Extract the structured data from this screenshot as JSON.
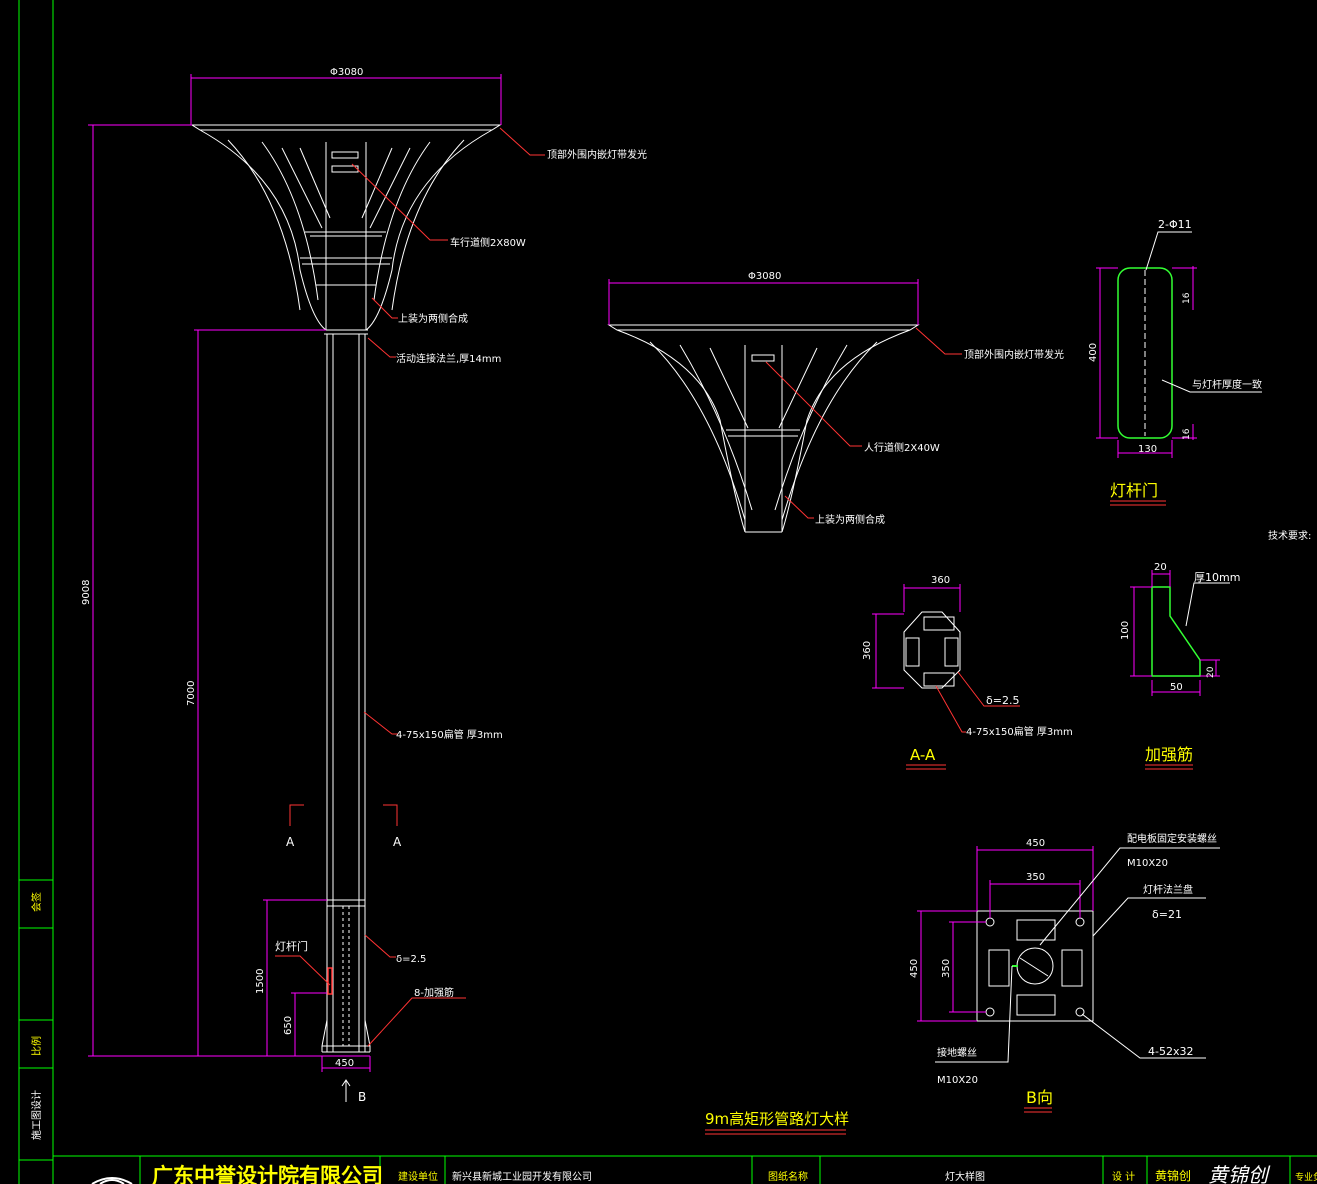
{
  "colors": {
    "bg": "#000000",
    "dim": "#ff00ff",
    "line": "#ffffff",
    "leader": "#ff3333",
    "text": "#ffffff",
    "title": "#ffff00",
    "frame": "#00ff00",
    "door": "#33ff33"
  },
  "elevation": {
    "top_dia": "Φ3080",
    "note_top": "顶部外围内嵌灯带发光",
    "note_car": "车行道侧2X80W",
    "note_upper": "上装为两侧合成",
    "note_flange": "活动连接法兰,厚14mm",
    "note_tube": "4-75x150扁管 厚3mm",
    "dim_total": "9008",
    "dim_7000": "7000",
    "dim_1500": "1500",
    "dim_650": "650",
    "dim_base": "450",
    "section_a_left": "A",
    "section_a_right": "A",
    "door_label": "灯杆门",
    "note_delta": "δ=2.5",
    "note_rib": "8-加强筋",
    "view_b": "B"
  },
  "side_head": {
    "top_dia": "Φ3080",
    "note_top": "顶部外围内嵌灯带发光",
    "note_ped": "人行道侧2X40W",
    "note_upper": "上装为两侧合成"
  },
  "door": {
    "note_holes": "2-Φ11",
    "dim_height": "400",
    "dim_width": "130",
    "dim_16a": "16",
    "dim_16b": "16",
    "note_match": "与灯杆厚度一致",
    "title": "灯杆门"
  },
  "tech_req": "技术要求:",
  "section_aa": {
    "dim_w": "360",
    "dim_h": "360",
    "note_delta": "δ=2.5",
    "note_tube": "4-75x150扁管 厚3mm",
    "title": "A-A"
  },
  "rib": {
    "dim_top": "20",
    "note_thk": "厚10mm",
    "dim_h": "100",
    "dim_bottom": "50",
    "dim_20": "20",
    "title": "加强筋"
  },
  "view_b": {
    "dim_450w": "450",
    "dim_350w": "350",
    "dim_450h": "450",
    "dim_350h": "350",
    "note_screw": "配电板固定安装螺丝",
    "note_screw_size": "M10X20",
    "note_flange": "灯杆法兰盘",
    "note_delta": "δ=21",
    "note_ground": "接地螺丝",
    "note_ground_size": "M10X20",
    "note_holes": "4-52x32",
    "title": "B向"
  },
  "drawing_title": "9m高矩形管路灯大样",
  "left_strip": {
    "s1": "会签",
    "s2": "比例",
    "s3": "施工图设计"
  },
  "title_block": {
    "company": "广东中誉设计院有限公司",
    "build_unit_label": "建设单位",
    "build_unit": "新兴县新城工业园开发有限公司",
    "drawing_name_label": "图纸名称",
    "drawing_name": "灯大样图",
    "design_label": "设 计",
    "designer": "黄锦创",
    "signature": "黄锦创",
    "major_label": "专业负"
  }
}
